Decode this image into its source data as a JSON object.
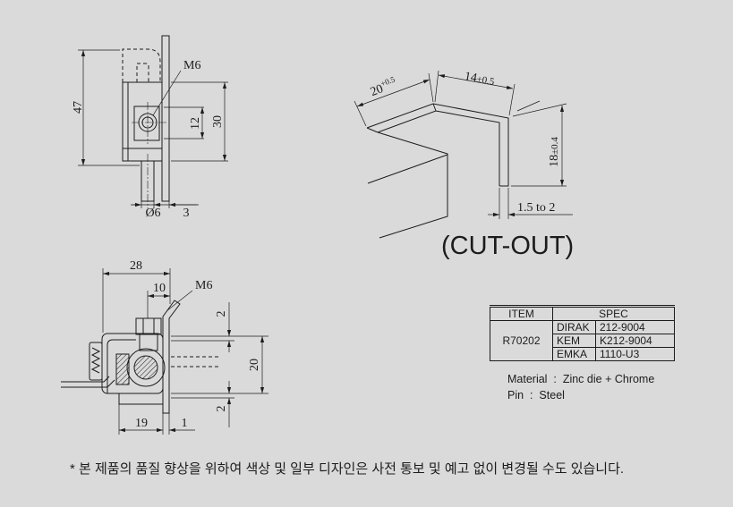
{
  "colors": {
    "background": "#dadada",
    "line": "#1c1c1c"
  },
  "front_view": {
    "thread_label": "M6",
    "overall_height": "47",
    "hole_height": "12",
    "body_height": "30",
    "pin_diameter": "Ø6",
    "plate_thickness": "3"
  },
  "cutout_view": {
    "left_width": "20",
    "left_width_tol": "+0.5",
    "right_width": "14",
    "right_width_tol": "±0.5",
    "height": "18",
    "height_tol": "±0.4",
    "panel_thickness": "1.5 to 2",
    "caption": "(CUT-OUT)"
  },
  "section_view": {
    "overall_width": "28",
    "offset": "10",
    "thread_label": "M6",
    "gap_top": "2",
    "height": "20",
    "gap_bottom": "2",
    "base_width": "19",
    "tongue_thickness": "1"
  },
  "spec_table": {
    "headers": [
      "ITEM",
      "SPEC"
    ],
    "item": "R70202",
    "rows": [
      {
        "brand": "DIRAK",
        "code": "212-9004"
      },
      {
        "brand": "KEM",
        "code": "K212-9004"
      },
      {
        "brand": "EMKA",
        "code": "1110-U3"
      }
    ]
  },
  "material": {
    "material_line": "Material  :  Zinc die + Chrome",
    "pin_line": "Pin  :  Steel"
  },
  "note": "* 본 제품의 품질 향상을 위하여 색상 및 일부 디자인은 사전 통보 및 예고 없이 변경될 수도 있습니다."
}
